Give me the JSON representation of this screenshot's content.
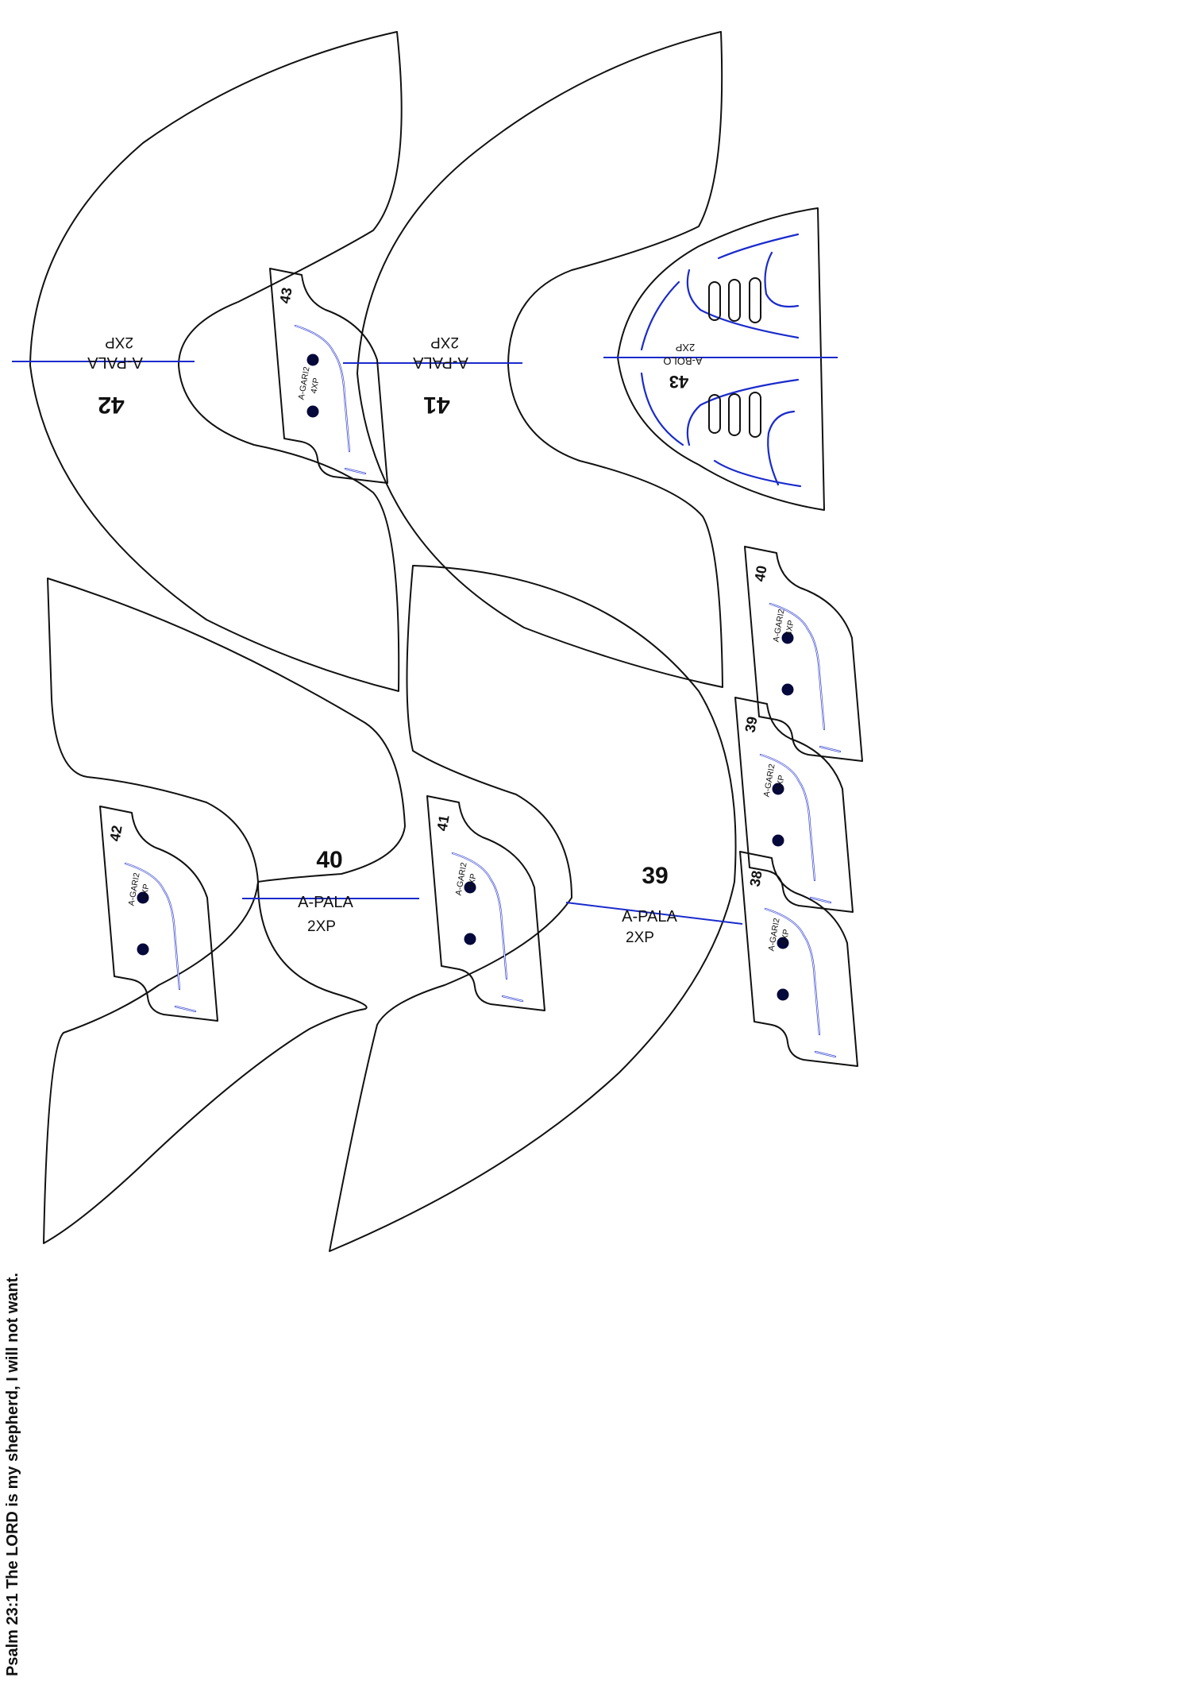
{
  "sheet": {
    "caption": "Psalm 23:1 The LORD is my shepherd, I will not want.",
    "colors": {
      "cut_line": "#111111",
      "guide": "#1a2bcc",
      "hole": "#05083a"
    }
  },
  "pieces": {
    "pala_42": {
      "number": "42",
      "part": "A-PALA",
      "qty": "2XP"
    },
    "pala_41": {
      "number": "41",
      "part": "A-PALA",
      "qty": "2XP"
    },
    "pala_40": {
      "number": "40",
      "part": "A-PALA",
      "qty": "2XP"
    },
    "pala_39": {
      "number": "39",
      "part": "A-PALA",
      "qty": "2XP"
    },
    "bolo_43": {
      "number": "43",
      "part": "A-BOLO",
      "qty": "2XP"
    },
    "gari_43": {
      "number": "43",
      "part": "A-GARI2",
      "qty": "4XP"
    },
    "gari_42": {
      "number": "42",
      "part": "A-GARI2",
      "qty": "4XP"
    },
    "gari_41": {
      "number": "41",
      "part": "A-GARI2",
      "qty": "4XP"
    },
    "gari_40": {
      "number": "40",
      "part": "A-GARI2",
      "qty": "4XP"
    },
    "gari_39": {
      "number": "39",
      "part": "A-GARI2",
      "qty": "4XP"
    },
    "gari_38": {
      "number": "38",
      "part": "A-GARI2",
      "qty": "4XP"
    }
  }
}
